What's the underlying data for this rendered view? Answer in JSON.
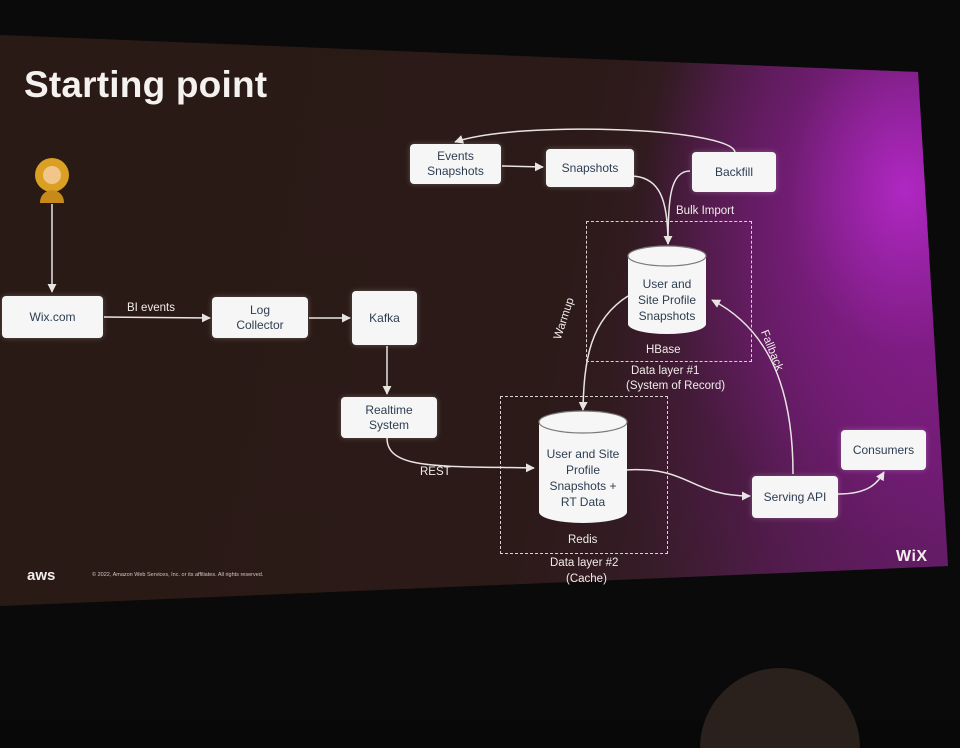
{
  "slide": {
    "title": "Starting point",
    "copyright": "© 2022, Amazon Web Services, Inc. or its affiliates. All rights reserved.",
    "aws_logo_text": "aws",
    "wix_logo_text": "WiX"
  },
  "diagram": {
    "user_icon": "person-icon",
    "nodes": {
      "wix_com": "Wix.com",
      "log_collector": "Log Collector",
      "kafka": "Kafka",
      "realtime_system": "Realtime System",
      "events_snapshots": "Events Snapshots",
      "snapshots": "Snapshots",
      "backfill": "Backfill",
      "serving_api": "Serving API",
      "consumers": "Consumers"
    },
    "stores": {
      "hbase_cylinder": "User and Site Profile Snapshots",
      "hbase_label": "HBase",
      "hbase_layer": "Data layer #1",
      "hbase_role": "(System of Record)",
      "redis_cylinder": "User and Site Profile Snapshots + RT Data",
      "redis_label": "Redis",
      "redis_layer": "Data layer #2",
      "redis_role": "(Cache)"
    },
    "edges": {
      "bi_events": "BI events",
      "rest": "REST",
      "bulk_import": "Bulk Import",
      "warmup": "Warmup",
      "fallback": "Fallback"
    }
  },
  "colors": {
    "box_fill": "#f6f6f6",
    "box_text": "#2e3e52",
    "line": "#e8e4e2",
    "accent_purple": "#b428c8"
  }
}
